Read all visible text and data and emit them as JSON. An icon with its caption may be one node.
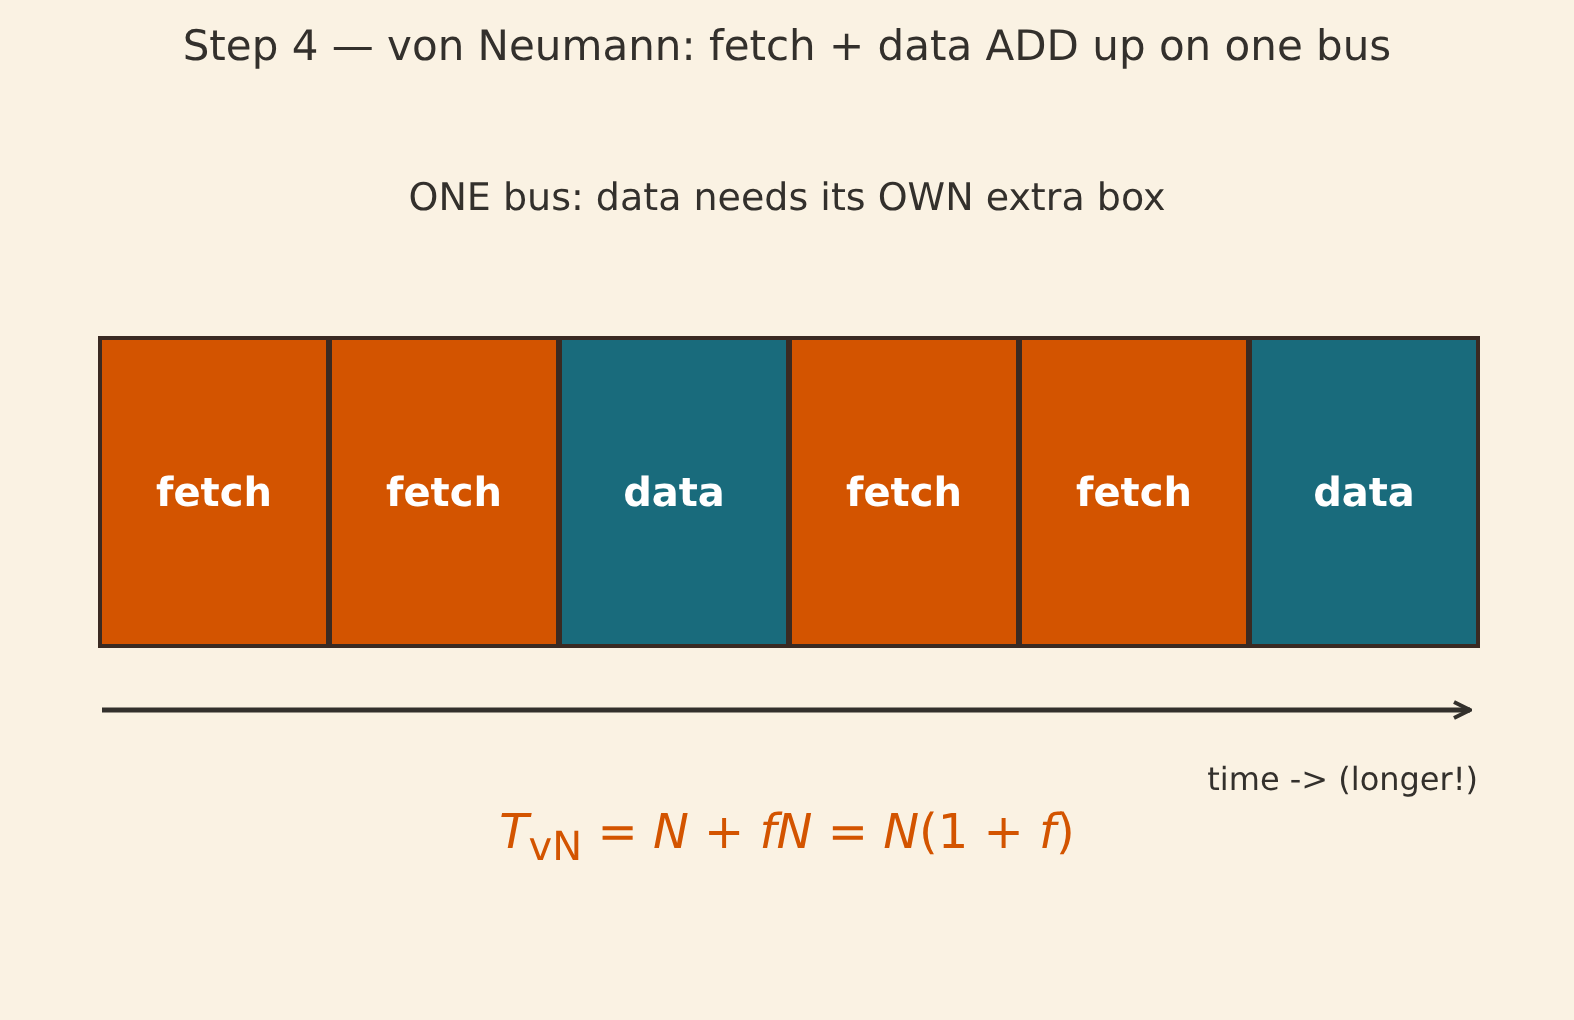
{
  "diagram": {
    "title": "Step 4 — von Neumann: fetch + data ADD up on one bus",
    "nodes": [
      {
        "text": [
          "fetch"
        ]
      },
      {
        "text": [
          "fetch"
        ]
      },
      {
        "text": [
          "data"
        ]
      },
      {
        "text": [
          "fetch"
        ]
      },
      {
        "text": [
          "fetch"
        ]
      },
      {
        "text": [
          "data"
        ]
      }
    ],
    "edges": [],
    "labels": [
      "ONE bus: data needs its OWN extra box",
      "time -> (longer!)",
      "*T*$_{vN}$ = *N* + *fN* = *N*(1 + *f*)"
    ]
  }
}
